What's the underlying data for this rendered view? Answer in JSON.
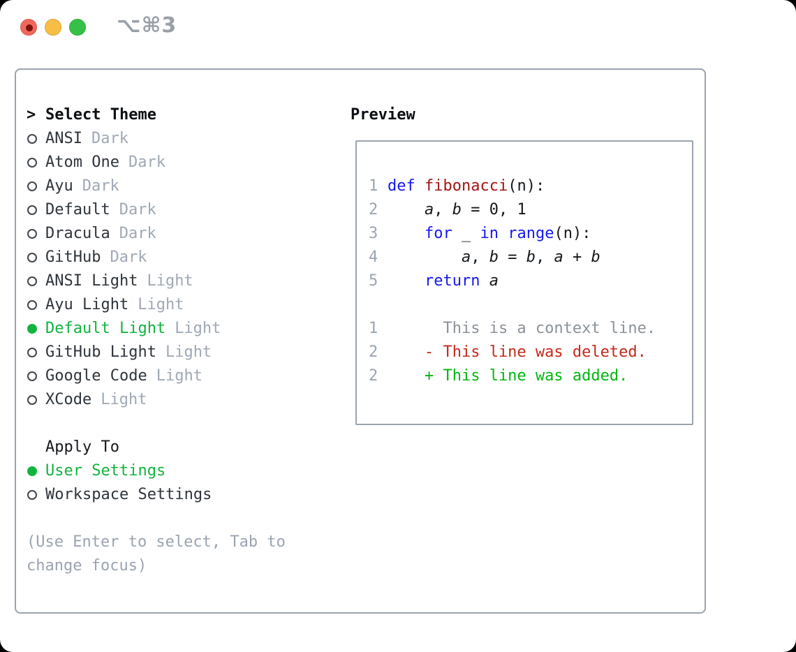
{
  "window": {
    "shortcut_badge": "⌥⌘3"
  },
  "colors": {
    "accent_green": "#12b43e",
    "diff_added_green": "#00b60f",
    "diff_deleted_red": "#c3291b",
    "keyword_blue": "#1717ee",
    "function_red": "#a31515",
    "muted_gray": "#9fa8b4",
    "border_gray": "#9aa3ae",
    "traffic_red": "#f0685c",
    "traffic_yellow": "#f7bd45",
    "traffic_green": "#35c148"
  },
  "theme_panel": {
    "header": {
      "prompt": ">",
      "title": "Select Theme"
    },
    "themes": [
      {
        "name": "ANSI",
        "variant": "Dark",
        "selected": false
      },
      {
        "name": "Atom One",
        "variant": "Dark",
        "selected": false
      },
      {
        "name": "Ayu",
        "variant": "Dark",
        "selected": false
      },
      {
        "name": "Default",
        "variant": "Dark",
        "selected": false
      },
      {
        "name": "Dracula",
        "variant": "Dark",
        "selected": false
      },
      {
        "name": "GitHub",
        "variant": "Dark",
        "selected": false
      },
      {
        "name": "ANSI Light",
        "variant": "Light",
        "selected": false
      },
      {
        "name": "Ayu Light",
        "variant": "Light",
        "selected": false
      },
      {
        "name": "Default Light",
        "variant": "Light",
        "selected": true
      },
      {
        "name": "GitHub Light",
        "variant": "Light",
        "selected": false
      },
      {
        "name": "Google Code",
        "variant": "Light",
        "selected": false
      },
      {
        "name": "XCode",
        "variant": "Light",
        "selected": false
      }
    ],
    "apply_to": {
      "title": "Apply To",
      "options": [
        {
          "name": "User Settings",
          "selected": true
        },
        {
          "name": "Workspace Settings",
          "selected": false
        }
      ]
    },
    "help_lines": [
      "(Use Enter to select, Tab to",
      "change focus)"
    ]
  },
  "preview": {
    "title": "Preview",
    "lines": [
      {
        "num": "1",
        "tokens": [
          {
            "t": "def ",
            "s": "kw"
          },
          {
            "t": "fibonacci",
            "s": "fn"
          },
          {
            "t": "(n):",
            "s": "pl"
          }
        ]
      },
      {
        "num": "2",
        "tokens": [
          {
            "t": "    ",
            "s": "pl"
          },
          {
            "t": "a",
            "s": "var"
          },
          {
            "t": ", ",
            "s": "pl"
          },
          {
            "t": "b",
            "s": "var"
          },
          {
            "t": " = 0, 1",
            "s": "pl"
          }
        ]
      },
      {
        "num": "3",
        "tokens": [
          {
            "t": "    ",
            "s": "pl"
          },
          {
            "t": "for",
            "s": "kw"
          },
          {
            "t": " _ ",
            "s": "pl"
          },
          {
            "t": "in",
            "s": "kw"
          },
          {
            "t": " ",
            "s": "pl"
          },
          {
            "t": "range",
            "s": "kw"
          },
          {
            "t": "(n):",
            "s": "pl"
          }
        ]
      },
      {
        "num": "4",
        "tokens": [
          {
            "t": "        ",
            "s": "pl"
          },
          {
            "t": "a",
            "s": "var"
          },
          {
            "t": ", ",
            "s": "pl"
          },
          {
            "t": "b",
            "s": "var"
          },
          {
            "t": " = ",
            "s": "pl"
          },
          {
            "t": "b",
            "s": "var"
          },
          {
            "t": ", ",
            "s": "pl"
          },
          {
            "t": "a",
            "s": "var"
          },
          {
            "t": " + ",
            "s": "pl"
          },
          {
            "t": "b",
            "s": "var"
          }
        ]
      },
      {
        "num": "5",
        "tokens": [
          {
            "t": "    ",
            "s": "pl"
          },
          {
            "t": "return",
            "s": "kw"
          },
          {
            "t": " ",
            "s": "pl"
          },
          {
            "t": "a",
            "s": "var"
          }
        ]
      },
      {
        "num": "",
        "tokens": []
      },
      {
        "num": "1",
        "tokens": [
          {
            "t": "      This is a context line.",
            "s": "ctx"
          }
        ]
      },
      {
        "num": "2",
        "tokens": [
          {
            "t": "    - This line was deleted.",
            "s": "del"
          }
        ]
      },
      {
        "num": "2",
        "tokens": [
          {
            "t": "    + This line was added.",
            "s": "add"
          }
        ]
      }
    ]
  }
}
